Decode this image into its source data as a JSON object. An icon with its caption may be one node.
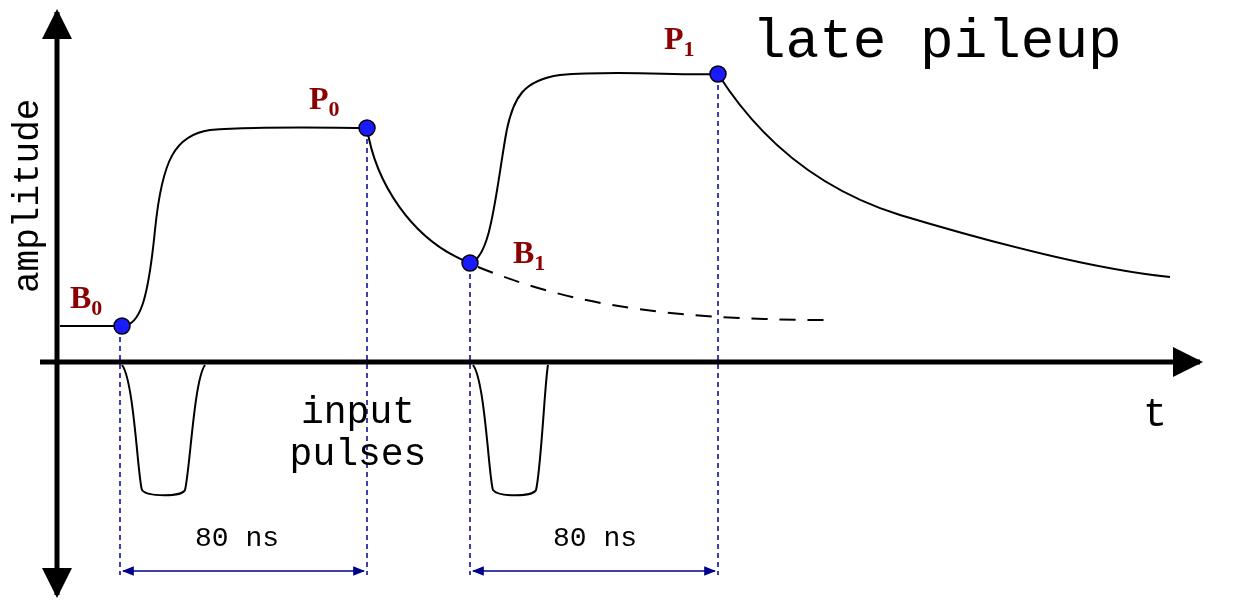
{
  "diagram": {
    "title": "late pileup",
    "labels": [
      "P$_{1}$",
      "amplitude",
      "P$_{0}$",
      "B$_{1}$",
      "B$_{0}$",
      "t",
      "input pulses",
      "80 ns",
      "80 ns"
    ]
  }
}
